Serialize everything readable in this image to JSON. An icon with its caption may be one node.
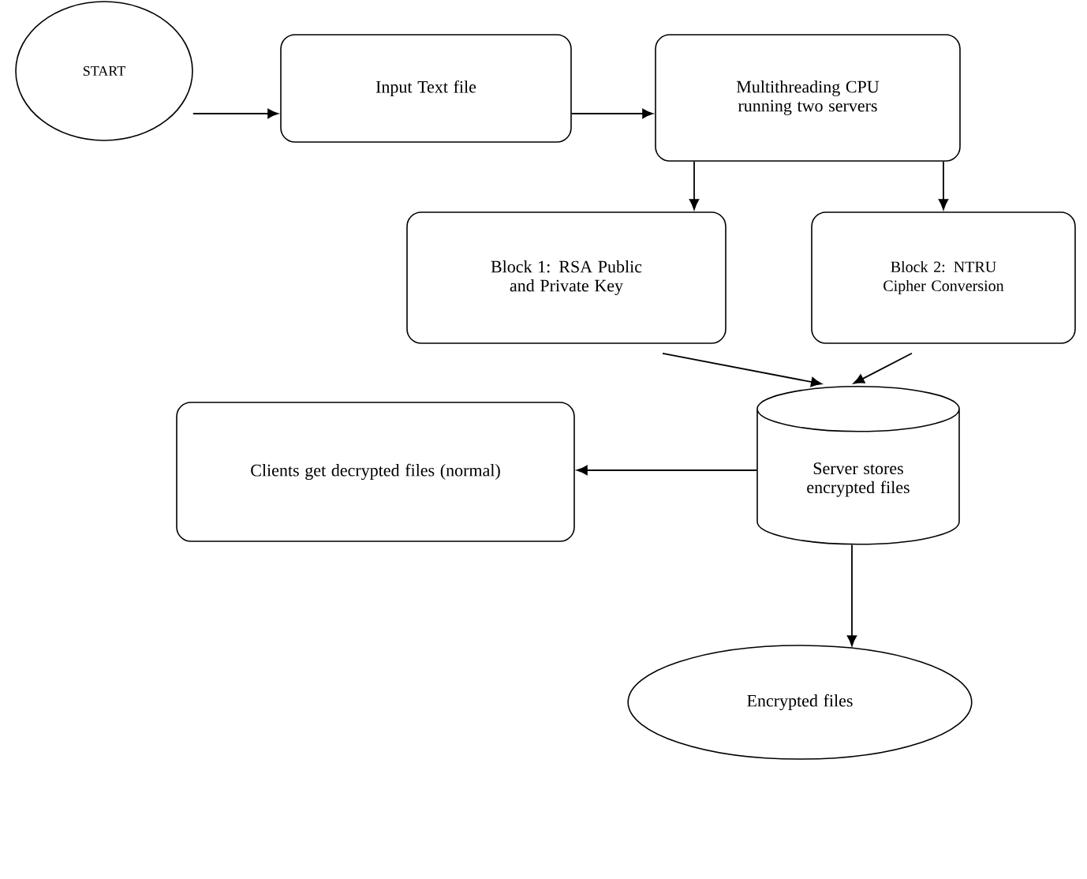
{
  "diagram": {
    "nodes": [
      {
        "text": [
          "START"
        ]
      },
      {
        "text": [
          "Input Text file"
        ]
      },
      {
        "text": [
          "Multithreading CPU running two servers"
        ]
      },
      {
        "text": [
          "Block 1: RSA Public and Private Key"
        ]
      },
      {
        "text": [
          "Block 2: NTRU Cipher Conversion"
        ]
      },
      {
        "text": [
          "Server stores encrypted files"
        ]
      },
      {
        "text": [
          "Clients get decrypted files (normal)"
        ]
      },
      {
        "text": [
          "Encrypted files"
        ]
      }
    ],
    "edges": [
      {
        "from": 0,
        "to": 1,
        "arrow": "to"
      },
      {
        "from": 1,
        "to": 2,
        "arrow": "to"
      },
      {
        "from": 2,
        "to": 3,
        "arrow": "to"
      },
      {
        "from": 2,
        "to": 4,
        "arrow": "to"
      },
      {
        "from": 3,
        "to": 5,
        "arrow": "to"
      },
      {
        "from": 4,
        "to": 5,
        "arrow": "to"
      },
      {
        "from": 5,
        "to": 6,
        "arrow": "to"
      },
      {
        "from": 5,
        "to": 7,
        "arrow": "to"
      }
    ]
  }
}
